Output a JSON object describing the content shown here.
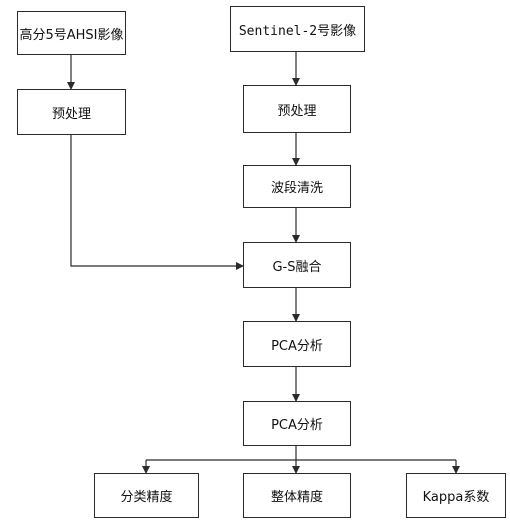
{
  "diagram": {
    "nodes": {
      "ahsi_image": "高分5号AHSI影像",
      "sentinel_image": "Sentinel-2号影像",
      "preprocess_left": "预处理",
      "preprocess_right": "预处理",
      "band_cleaning": "波段清洗",
      "gs_fusion": "G-S融合",
      "pca_1": "PCA分析",
      "pca_2": "PCA分析",
      "classification_accuracy": "分类精度",
      "overall_accuracy": "整体精度",
      "kappa": "Kappa系数"
    },
    "edges": [
      [
        "ahsi_image",
        "preprocess_left"
      ],
      [
        "sentinel_image",
        "preprocess_right"
      ],
      [
        "preprocess_right",
        "band_cleaning"
      ],
      [
        "band_cleaning",
        "gs_fusion"
      ],
      [
        "preprocess_left",
        "gs_fusion"
      ],
      [
        "gs_fusion",
        "pca_1"
      ],
      [
        "pca_1",
        "pca_2"
      ],
      [
        "pca_2",
        "classification_accuracy"
      ],
      [
        "pca_2",
        "overall_accuracy"
      ],
      [
        "pca_2",
        "kappa"
      ]
    ],
    "colors": {
      "line": "#2b2b2b",
      "box_border": "#2b2b2b",
      "text": "#111111"
    }
  }
}
